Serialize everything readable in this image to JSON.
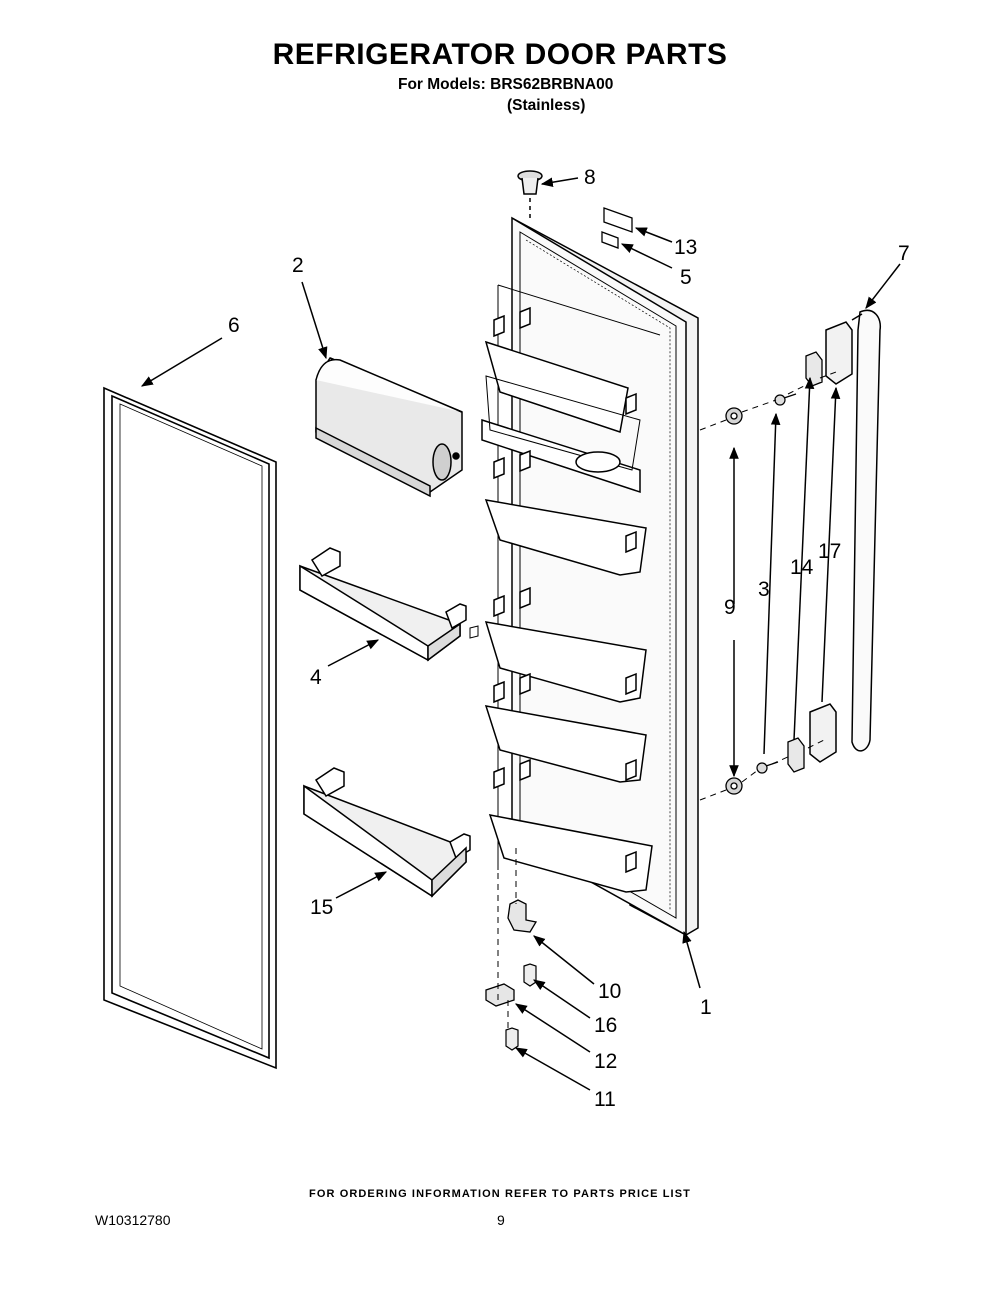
{
  "header": {
    "title": "REFRIGERATOR DOOR PARTS",
    "models_line": "For Models: BRS62BRBNA00",
    "finish_line": "(Stainless)"
  },
  "footer": {
    "ordering_note": "FOR ORDERING INFORMATION REFER TO PARTS PRICE LIST",
    "document_number": "W10312780",
    "page_number": "9"
  },
  "callouts": {
    "c1": "1",
    "c2": "2",
    "c3": "3",
    "c4": "4",
    "c5": "5",
    "c6": "6",
    "c7": "7",
    "c8": "8",
    "c9": "9",
    "c10": "10",
    "c11": "11",
    "c12": "12",
    "c13": "13",
    "c14": "14",
    "c15": "15",
    "c16": "16",
    "c17": "17"
  }
}
